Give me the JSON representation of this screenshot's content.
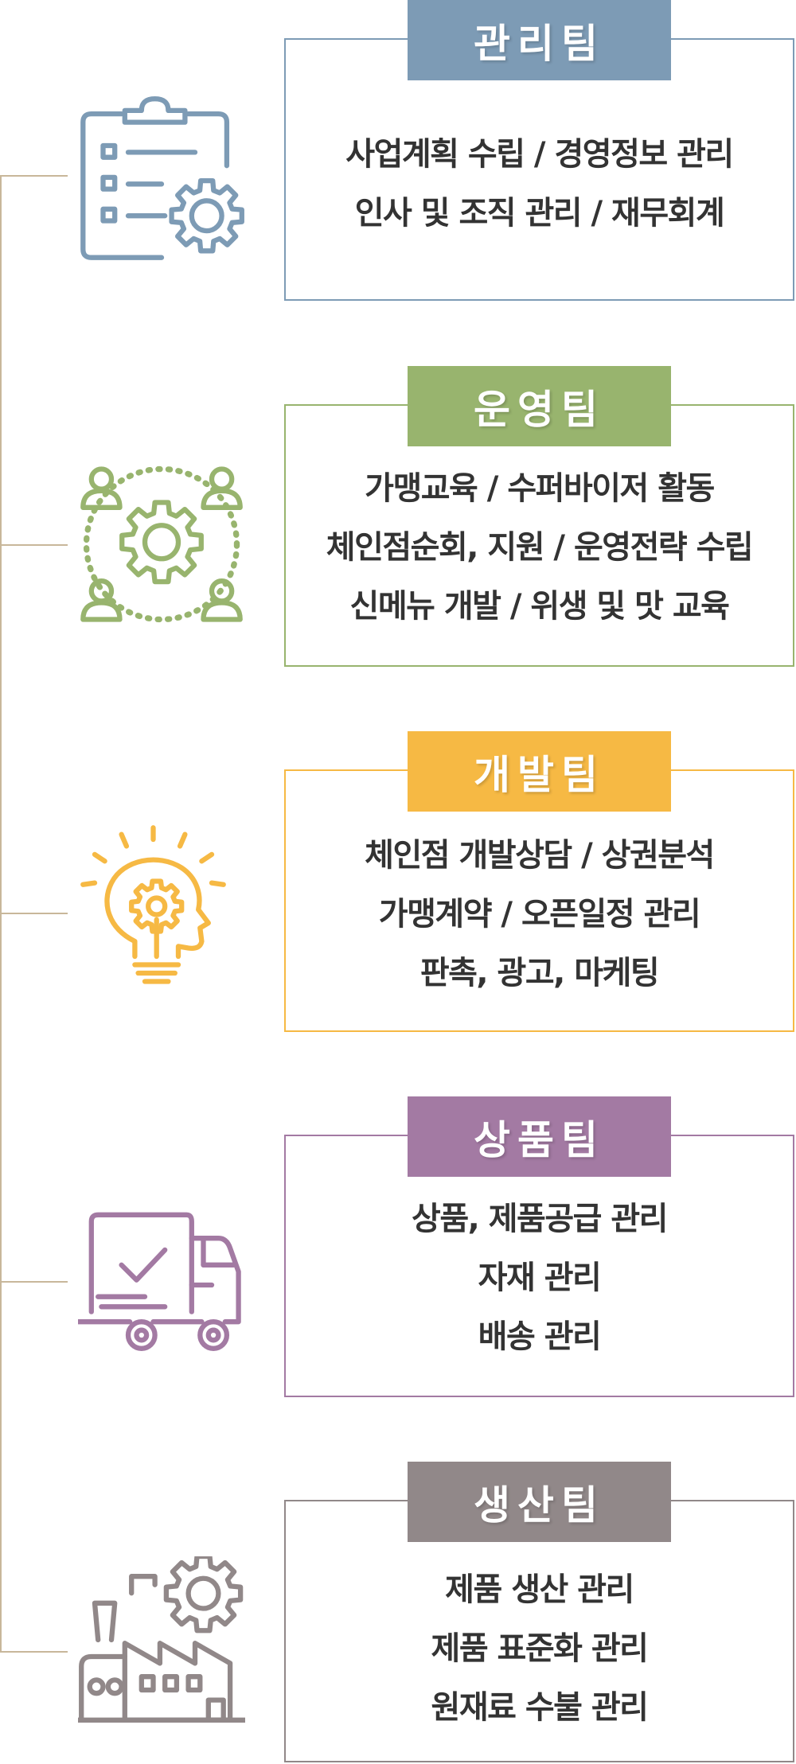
{
  "teams": [
    {
      "name": "관리팀",
      "color": "#7d9bb5",
      "icon": "clipboard-gear-icon",
      "duties": [
        "사업계획 수립 / 경영정보 관리",
        "인사 및 조직 관리 / 재무회계"
      ]
    },
    {
      "name": "운영팀",
      "color": "#98b46e",
      "icon": "team-gear-icon",
      "duties": [
        "가맹교육 / 수퍼바이저 활동",
        "체인점순회, 지원 / 운영전략 수립",
        "신메뉴 개발 / 위생 및 맛 교육"
      ]
    },
    {
      "name": "개발팀",
      "color": "#f6b944",
      "icon": "lightbulb-idea-icon",
      "duties": [
        "체인점 개발상담 / 상권분석",
        "가맹계약 / 오픈일정 관리",
        "판촉, 광고, 마케팅"
      ]
    },
    {
      "name": "상품팀",
      "color": "#a37aa3",
      "icon": "delivery-truck-icon",
      "duties": [
        "상품, 제품공급 관리",
        "자재 관리",
        "배송 관리"
      ]
    },
    {
      "name": "생산팀",
      "color": "#918889",
      "icon": "factory-gear-icon",
      "duties": [
        "제품 생산 관리",
        "제품 표준화 관리",
        "원재료 수불 관리"
      ]
    }
  ]
}
